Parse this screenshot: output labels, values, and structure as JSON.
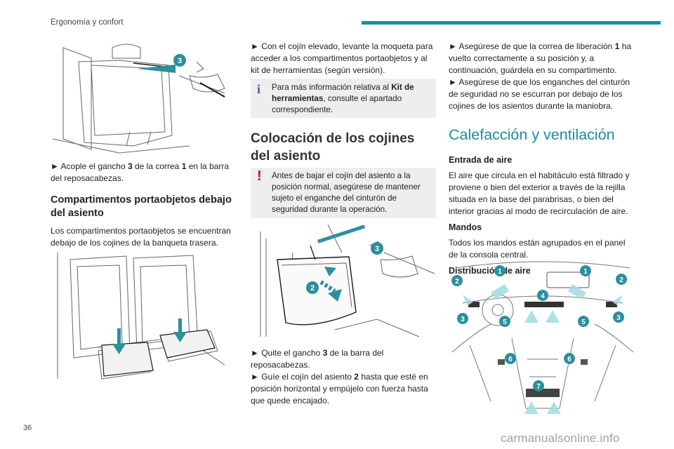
{
  "header": {
    "section": "Ergonomía y confort",
    "page_number": "36"
  },
  "watermark": "carmanualsonline.info",
  "col1": {
    "fig1_callouts": [
      "3"
    ],
    "step1": {
      "pre": "► Acople el gancho ",
      "b1": "3",
      "mid": " de la correa ",
      "b2": "1",
      "post": " en la barra del reposacabezas."
    },
    "heading": "Compartimentos portaobjetos debajo del asiento",
    "para": "Los compartimentos portaobjetos se encuentran debajo de los cojines de la banqueta trasera."
  },
  "col2": {
    "step1": "► Con el cojín elevado, levante la moqueta para acceder a los compartimentos portaobjetos y al kit de herramientas (según versión).",
    "info_note": {
      "pre": "Para más información relativa al ",
      "bold": "Kit de herramientas",
      "post": ", consulte el apartado correspondiente."
    },
    "heading": "Colocación de los cojines del asiento",
    "warning_note": "Antes de bajar el cojín del asiento a la posición normal, asegúrese de mantener sujeto el enganche del cinturón de seguridad durante la operación.",
    "fig_callouts": [
      "3",
      "2"
    ],
    "step2": {
      "pre": "► Quite el gancho ",
      "b": "3",
      "post": " de la barra del reposacabezas."
    },
    "step3": {
      "pre": "► Guíe el cojín del asiento ",
      "b": "2",
      "post": " hasta que esté en posición horizontal y empújelo con fuerza hasta que quede encajado."
    }
  },
  "col3": {
    "step1": {
      "pre": "► Asegúrese de que la correa de liberación ",
      "b": "1",
      "post": " ha vuelto correctamente a su posición y, a continuación, guárdela en su compartimento."
    },
    "step2": "► Asegúrese de que los enganches del cinturón de seguridad no se escurran por debajo de los cojines de los asientos durante la maniobra.",
    "heading": "Calefacción y ventilación",
    "sub1": "Entrada de aire",
    "para1": "El aire que circula en el habitáculo está filtrado y proviene o bien del exterior a través de la rejilla situada en la base del parabrisas, o bien del interior gracias al modo de recirculación de aire.",
    "sub2": "Mandos",
    "para2": "Todos los mandos están agrupados en el panel de la consola central.",
    "sub3": "Distribución de aire",
    "fig_callouts": [
      "1",
      "1",
      "2",
      "2",
      "3",
      "3",
      "4",
      "5",
      "5",
      "6",
      "6",
      "7"
    ]
  },
  "colors": {
    "accent": "#1a8f9a",
    "warning": "#e2001a",
    "info": "#6a4fa0",
    "note_bg": "#eceef0",
    "callout": "#2d8f9a"
  }
}
